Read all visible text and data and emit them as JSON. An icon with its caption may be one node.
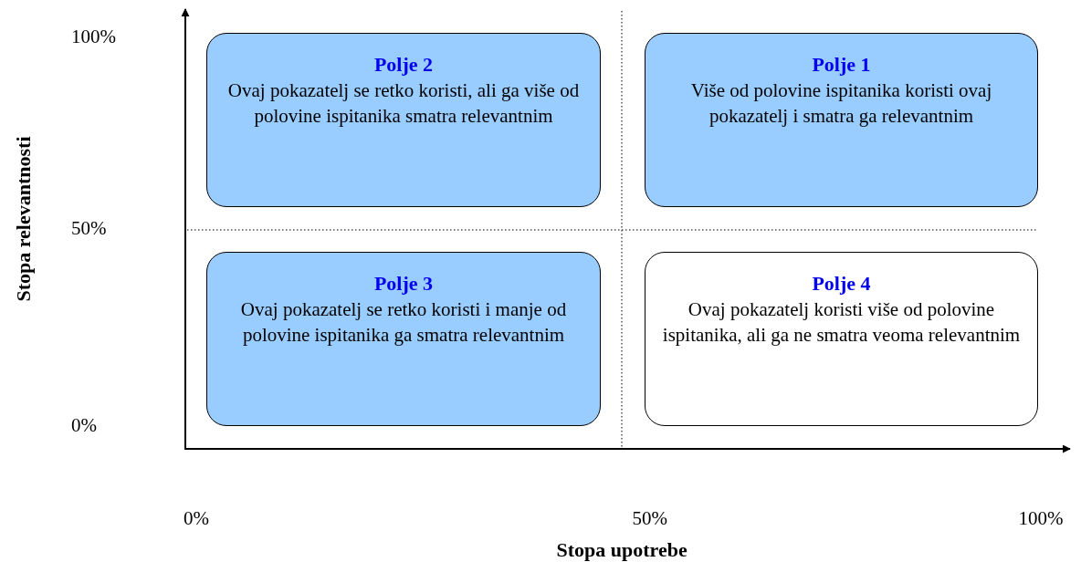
{
  "diagram": {
    "nodes": [
      {
        "text": [
          "Polje 2",
          "Ovaj pokazatelj se retko koristi, ali ga više od polovine ispitanika smatra relevantnim"
        ]
      },
      {
        "text": [
          "Polje 1",
          "Više od polovine ispitanika koristi ovaj pokazatelj i smatra ga relevantnim"
        ]
      },
      {
        "text": [
          "Polje 3",
          "Ovaj pokazatelj se retko koristi i manje od polovine ispitanika ga smatra relevantnim"
        ]
      },
      {
        "text": [
          "Polje 4",
          "Ovaj pokazatelj koristi više od polovine ispitanika, ali ga ne smatra veoma relevantnim"
        ]
      }
    ],
    "edges": [],
    "labels": [
      "100%",
      "50%",
      "0%",
      "Stopa relevantnosti",
      "0%",
      "50%",
      "100%",
      "Stopa upotrebe"
    ]
  }
}
